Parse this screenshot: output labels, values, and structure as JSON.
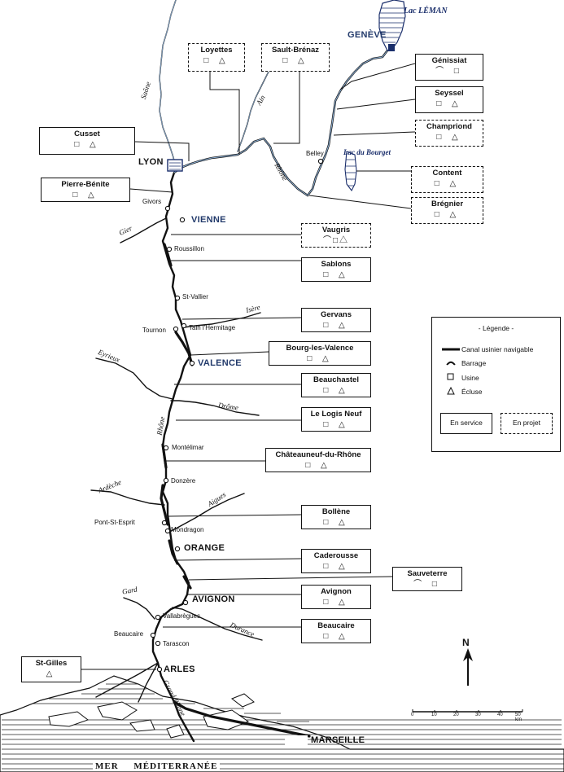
{
  "map": {
    "lakes": {
      "leman": "Lac LÉMAN",
      "bourget": "Lac du Bourget"
    },
    "cities": {
      "geneve": "GENÈVE",
      "lyon": "LYON",
      "vienne": "VIENNE",
      "valence": "VALENCE",
      "orange": "ORANGE",
      "avignon": "AVIGNON",
      "arles": "ARLES",
      "marseille": "MARSEILLE"
    },
    "towns": {
      "belley": "Belley",
      "givors": "Givors",
      "roussillon": "Roussillon",
      "st_vallier": "St-Vallier",
      "tain": "Tain l'Hermitage",
      "tournon": "Tournon",
      "montelimar": "Montélimar",
      "donzere": "Donzère",
      "pont_st_esprit": "Pont-St-Esprit",
      "mondragon": "Mondragon",
      "vallabregues": "Vallabrègues",
      "beaucaire": "Beaucaire",
      "tarascon": "Tarascon"
    },
    "rivers": {
      "saone": "Saône",
      "ain": "Ain",
      "rhone_upper": "Rhône",
      "gier": "Gier",
      "isere": "Isère",
      "eyrieux": "Eyrieux",
      "drome": "Drôme",
      "rhone_middle": "Rhône",
      "ardeche": "Ardèche",
      "aigues": "Aigues",
      "gard": "Gard",
      "durance": "Durance",
      "grand_rhone": "Grand Rhône"
    },
    "sea": "MER     MÉDITERRANÉE"
  },
  "dams": {
    "loyettes": {
      "name": "Loyettes",
      "symbols": "□ △",
      "status": "projet"
    },
    "sault_brenaz": {
      "name": "Sault-Brénaz",
      "symbols": "□ △",
      "status": "projet"
    },
    "genissiat": {
      "name": "Génissiat",
      "symbols": "⌒ □",
      "status": "service"
    },
    "seyssel": {
      "name": "Seyssel",
      "symbols": "□ △",
      "status": "service"
    },
    "champriond": {
      "name": "Champriond",
      "symbols": "□ △",
      "status": "projet"
    },
    "cusset": {
      "name": "Cusset",
      "symbols": "□ △",
      "status": "service"
    },
    "pierre_benite": {
      "name": "Pierre-Bénite",
      "symbols": "□ △",
      "status": "service"
    },
    "content": {
      "name": "Content",
      "symbols": "□ △",
      "status": "projet"
    },
    "bregnier": {
      "name": "Brégnier",
      "symbols": "□ △",
      "status": "projet"
    },
    "vaugris": {
      "name": "Vaugris",
      "symbols": "⌒□△",
      "status": "projet"
    },
    "sablons": {
      "name": "Sablons",
      "symbols": "□ △",
      "status": "service"
    },
    "gervans": {
      "name": "Gervans",
      "symbols": "□ △",
      "status": "service"
    },
    "bourg_les_valence": {
      "name": "Bourg-les-Valence",
      "symbols": "□ △",
      "status": "service"
    },
    "beauchastel": {
      "name": "Beauchastel",
      "symbols": "□ △",
      "status": "service"
    },
    "logis_neuf": {
      "name": "Le Logis Neuf",
      "symbols": "□ △",
      "status": "service"
    },
    "chateauneuf": {
      "name": "Châteauneuf-du-Rhône",
      "symbols": "□ △",
      "status": "service"
    },
    "bollene": {
      "name": "Bollène",
      "symbols": "□ △",
      "status": "service"
    },
    "caderousse": {
      "name": "Caderousse",
      "symbols": "□ △",
      "status": "service"
    },
    "sauveterre": {
      "name": "Sauveterre",
      "symbols": "⌒ □",
      "status": "service"
    },
    "avignon": {
      "name": "Avignon",
      "symbols": "□ △",
      "status": "service"
    },
    "beaucaire": {
      "name": "Beaucaire",
      "symbols": "□ △",
      "status": "service"
    },
    "st_gilles": {
      "name": "St-Gilles",
      "symbols": "△",
      "status": "service"
    }
  },
  "legend": {
    "title": "- Légende -",
    "canal": "Canal usinier navigable",
    "barrage": "Barrage",
    "usine": "Usine",
    "ecluse": "Écluse",
    "en_service": "En service",
    "en_projet": "En projet"
  },
  "scale": {
    "ticks": [
      "0",
      "10",
      "20",
      "30",
      "40",
      "50 km"
    ]
  },
  "north": "N"
}
